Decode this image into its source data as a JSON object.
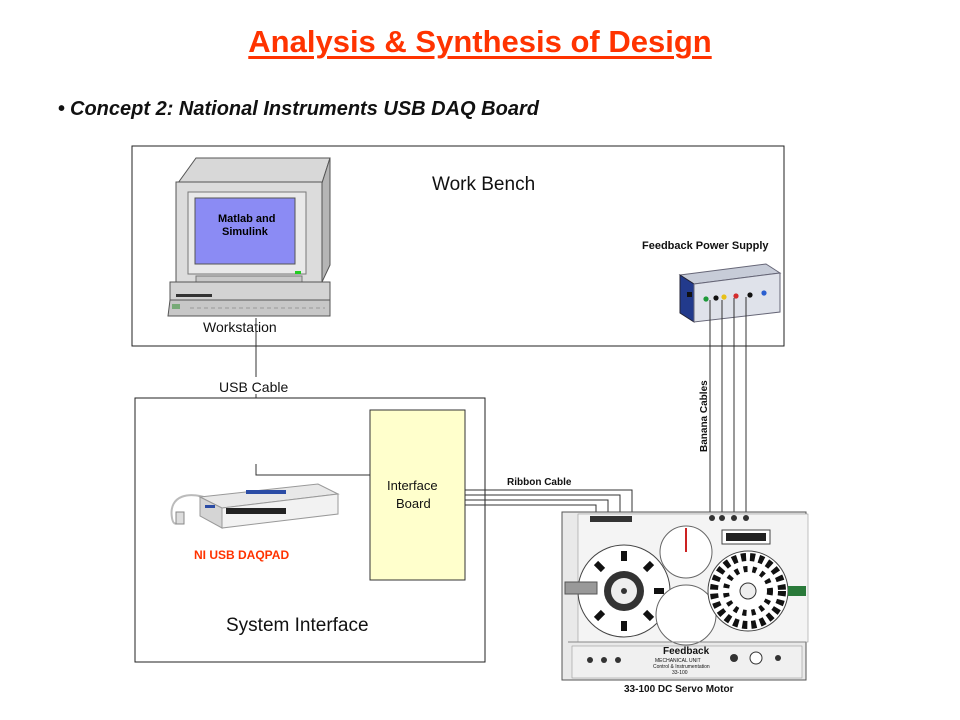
{
  "slide": {
    "title": "Analysis & Synthesis of Design",
    "bullet": "Concept 2: National Instruments USB DAQ Board"
  },
  "diagram": {
    "work_bench_label": "Work Bench",
    "workstation_label": "Workstation",
    "screen_text_line1": "Matlab and",
    "screen_text_line2": "Simulink",
    "power_supply_label": "Feedback Power Supply",
    "usb_cable_label": "USB Cable",
    "banana_cables_label": "Banana Cables",
    "ribbon_cable_label": "Ribbon Cable",
    "interface_board_line1": "Interface",
    "interface_board_line2": "Board",
    "daqpad_label": "NI USB DAQPAD",
    "system_interface_label": "System Interface",
    "servo_motor_label": "33-100 DC Servo Motor",
    "servo_brand": "Feedback",
    "servo_unit_line1": "MECHANICAL UNIT",
    "servo_unit_line2": "Control & Instrumentation",
    "servo_unit_line3": "33-100"
  },
  "colors": {
    "title": "#ff3300",
    "daqpad_label": "#ff3300",
    "interface_board_fill": "#ffffcc",
    "screen_fill": "#8b8bf4"
  }
}
